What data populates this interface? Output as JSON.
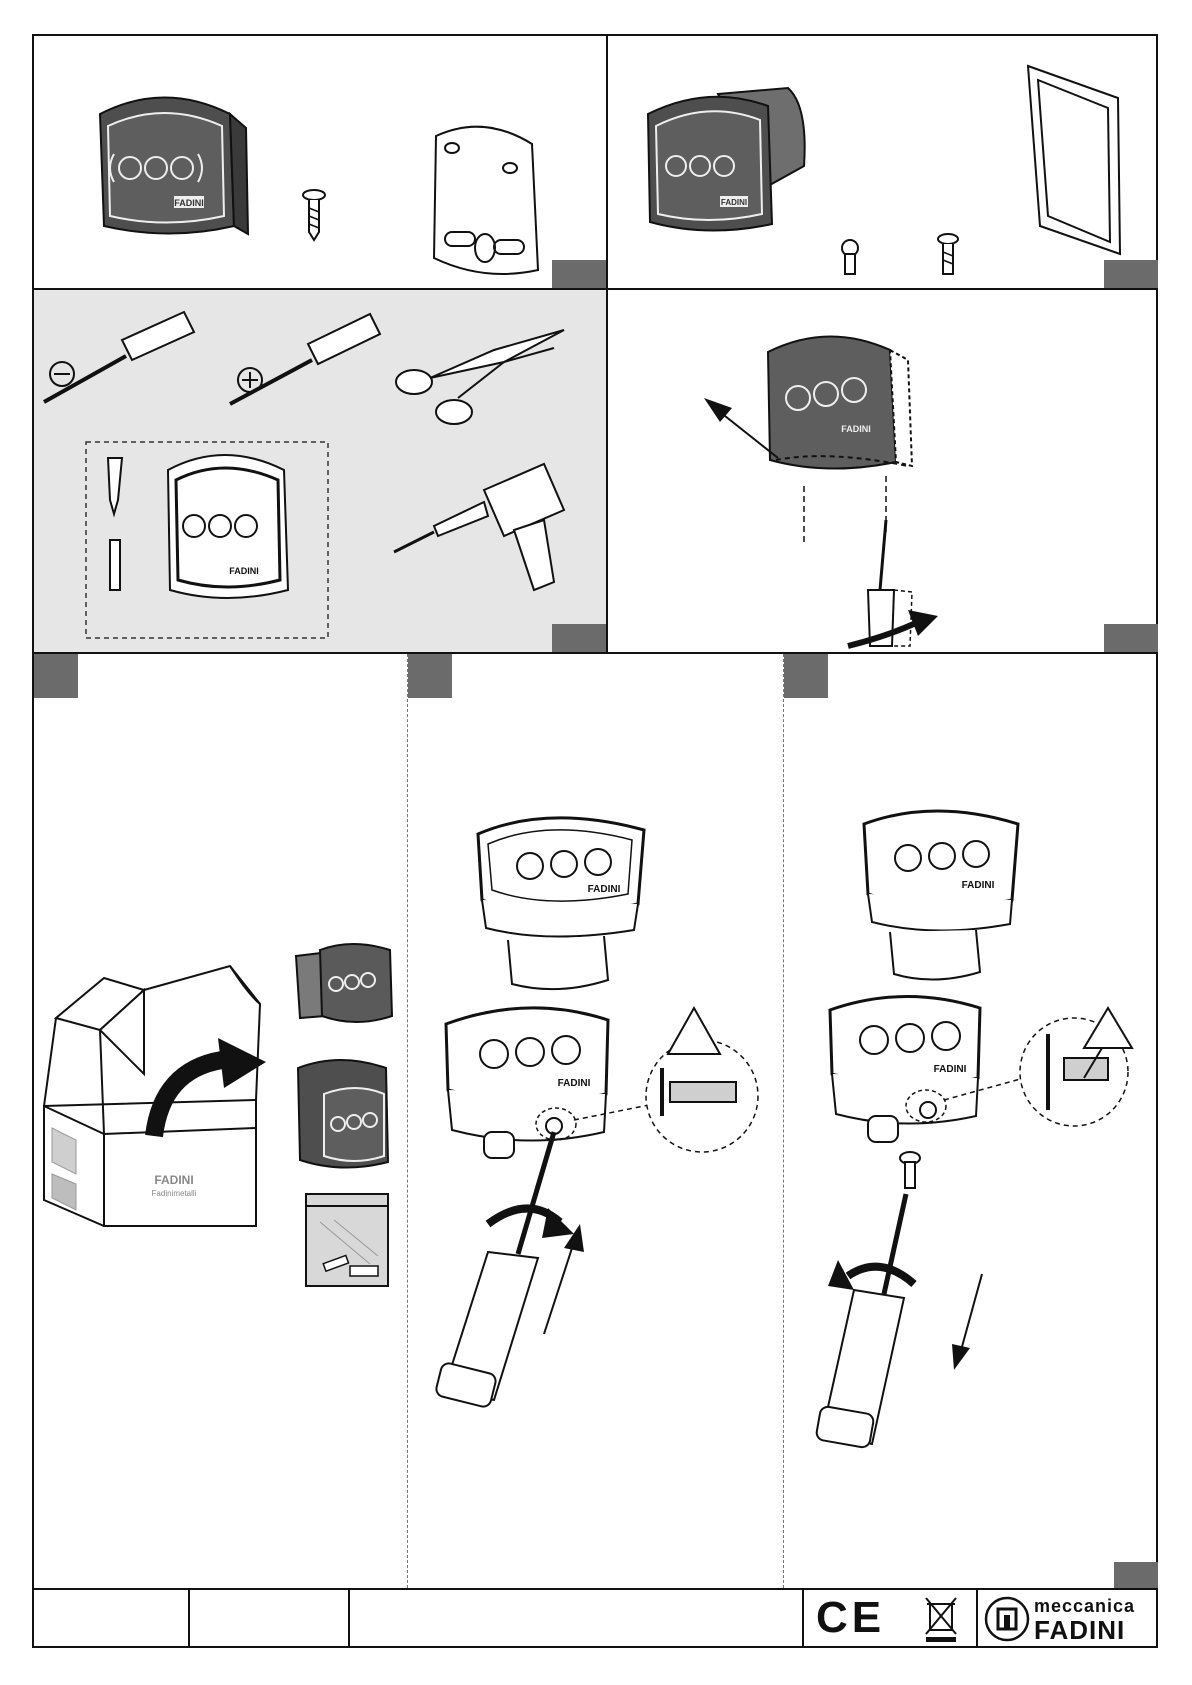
{
  "device_brand": "FADINI",
  "box_brand": "FADINI",
  "box_subline": "Fadinimetalli",
  "company": {
    "name_top": "meccanica",
    "name_bottom": "FADINI"
  },
  "marks": {
    "ce": "CE",
    "weee": "crossed-out-wheelie-bin-icon"
  },
  "tool_symbols": {
    "flat": "⊖",
    "phillips": "⊕"
  },
  "colors": {
    "tab_gray": "#6b6b6b",
    "panel_gray": "#e6e6e6",
    "device_dark": "#5e5e5e",
    "line": "#111111"
  }
}
